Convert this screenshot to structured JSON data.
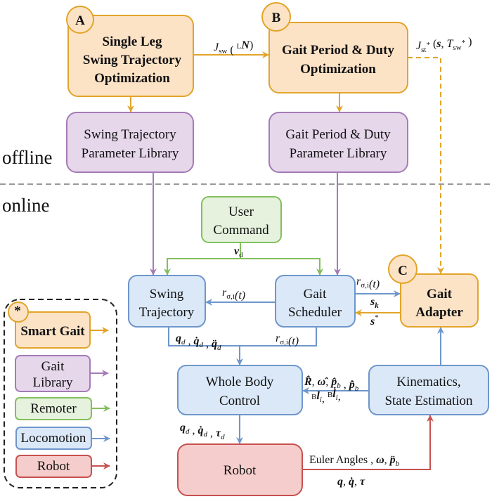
{
  "colors": {
    "smart_gait_fill": "#fde3c6",
    "smart_gait_stroke": "#e2a42a",
    "library_fill": "#e6d7eb",
    "library_stroke": "#a57bb7",
    "remoter_fill": "#e6f2de",
    "remoter_stroke": "#83bf5d",
    "locomotion_fill": "#dbe8f8",
    "locomotion_stroke": "#6e96cc",
    "robot_fill": "#f6cdcd",
    "robot_stroke": "#c6514f",
    "divider": "#999999"
  },
  "regions": {
    "offline": "offline",
    "online": "online"
  },
  "boxes": {
    "a": {
      "badge": "A",
      "line1": "Single Leg",
      "line2": "Swing Trajectory",
      "line3": "Optimization"
    },
    "b": {
      "badge": "B",
      "line1": "Gait Period & Duty",
      "line2": "Optimization"
    },
    "c": {
      "badge": "C",
      "line1": "Gait",
      "line2": "Adapter"
    },
    "swing_lib": {
      "line1": "Swing Trajectory",
      "line2": "Parameter Library"
    },
    "gait_lib": {
      "line1": "Gait Period & Duty",
      "line2": "Parameter Library"
    },
    "user_command": {
      "line1": "User",
      "line2": "Command"
    },
    "swing_trajectory": {
      "line1": "Swing",
      "line2": "Trajectory"
    },
    "gait_scheduler": {
      "line1": "Gait",
      "line2": "Scheduler"
    },
    "whole_body_control": {
      "line1": "Whole Body",
      "line2": "Control"
    },
    "kinematics": {
      "line1": "Kinematics,",
      "line2": "State Estimation"
    },
    "robot": {
      "line1": "Robot"
    }
  },
  "legend": {
    "badge": "*",
    "items": [
      {
        "label1": "Smart Gait",
        "label2": ""
      },
      {
        "label1": "Gait",
        "label2": "Library"
      },
      {
        "label1": "Remoter",
        "label2": ""
      },
      {
        "label1": "Locomotion",
        "label2": ""
      },
      {
        "label1": "Robot",
        "label2": ""
      }
    ]
  },
  "math": {
    "jsw": [
      {
        "t": "J",
        "i": 1
      },
      {
        "t": "sw",
        "s": 1
      },
      {
        "t": " ( "
      },
      {
        "t": "L",
        "p": 1
      },
      {
        "t": "N",
        "i": 1,
        "b": 1
      },
      {
        "t": ")"
      }
    ],
    "jst": [
      {
        "t": "J",
        "i": 1
      },
      {
        "t": "st",
        "s": 1
      },
      {
        "t": "*",
        "p": 1
      },
      {
        "t": " ("
      },
      {
        "t": "s",
        "i": 1,
        "b": 1
      },
      {
        "t": ", "
      },
      {
        "t": "T",
        "i": 1
      },
      {
        "t": "sw",
        "s": 1
      },
      {
        "t": "*",
        "p": 1
      },
      {
        "t": " )"
      }
    ],
    "vd": [
      {
        "t": "v",
        "i": 1,
        "b": 1
      },
      {
        "t": "d",
        "s": 1
      }
    ],
    "r1": [
      {
        "t": "r",
        "i": 1
      },
      {
        "t": "σ,i",
        "s": 1
      },
      {
        "t": "(t)",
        "i": 1
      }
    ],
    "r2": [
      {
        "t": "r",
        "i": 1
      },
      {
        "t": "σ,i",
        "s": 1
      },
      {
        "t": "(t)",
        "i": 1
      }
    ],
    "r3": [
      {
        "t": "r",
        "i": 1
      },
      {
        "t": "σ,i",
        "s": 1
      },
      {
        "t": "(t)",
        "i": 1
      }
    ],
    "sk": [
      {
        "t": "s",
        "i": 1,
        "b": 1
      },
      {
        "t": "k",
        "s": 1,
        "b": 1,
        "i": 1
      }
    ],
    "sstar": [
      {
        "t": "s",
        "i": 1,
        "b": 1
      },
      {
        "t": "*",
        "p": 1
      }
    ],
    "qd3": [
      {
        "t": "q",
        "i": 1,
        "b": 1
      },
      {
        "t": "d",
        "s": 1,
        "i": 1
      },
      {
        "t": " , "
      },
      {
        "t": "q̇",
        "i": 1,
        "b": 1
      },
      {
        "t": "d",
        "s": 1,
        "i": 1
      },
      {
        "t": " , "
      },
      {
        "t": "q̈",
        "i": 1,
        "b": 1
      },
      {
        "t": "d",
        "s": 1,
        "i": 1
      }
    ],
    "state": [
      {
        "t": "R̂",
        "i": 1,
        "b": 1
      },
      {
        "t": ", "
      },
      {
        "t": "ω̂",
        "i": 1,
        "b": 1
      },
      {
        "t": ", "
      },
      {
        "t": "p̂",
        "i": 1,
        "b": 1
      },
      {
        "t": "b",
        "s": 1,
        "i": 1
      },
      {
        "t": " , "
      },
      {
        "t": "p̂̇",
        "i": 1,
        "b": 1
      },
      {
        "t": "b",
        "s": 1,
        "i": 1
      }
    ],
    "legs": [
      {
        "t": "B",
        "p": 1
      },
      {
        "t": "l",
        "i": 1,
        "b": 1
      },
      {
        "t": "i",
        "s": 1,
        "i": 1
      },
      {
        "t": ",  "
      },
      {
        "t": "B",
        "p": 1
      },
      {
        "t": "l̇",
        "i": 1,
        "b": 1
      },
      {
        "t": "i",
        "s": 1,
        "i": 1
      },
      {
        "t": ","
      }
    ],
    "qdtau": [
      {
        "t": "q",
        "i": 1,
        "b": 1
      },
      {
        "t": "d",
        "s": 1,
        "i": 1
      },
      {
        "t": " , "
      },
      {
        "t": "q̇",
        "i": 1,
        "b": 1
      },
      {
        "t": "d",
        "s": 1,
        "i": 1
      },
      {
        "t": " , "
      },
      {
        "t": "τ",
        "i": 1,
        "b": 1
      },
      {
        "t": "d",
        "s": 1,
        "i": 1
      }
    ],
    "euler": [
      {
        "t": "Euler Angles , "
      },
      {
        "t": "ω",
        "i": 1,
        "b": 1
      },
      {
        "t": ", "
      },
      {
        "t": "p̈",
        "i": 1,
        "b": 1
      },
      {
        "t": "b",
        "s": 1,
        "i": 1
      }
    ],
    "qqtau": [
      {
        "t": "q",
        "i": 1,
        "b": 1
      },
      {
        "t": ", "
      },
      {
        "t": "q̇",
        "i": 1,
        "b": 1
      },
      {
        "t": ", "
      },
      {
        "t": "τ",
        "i": 1,
        "b": 1
      }
    ]
  }
}
